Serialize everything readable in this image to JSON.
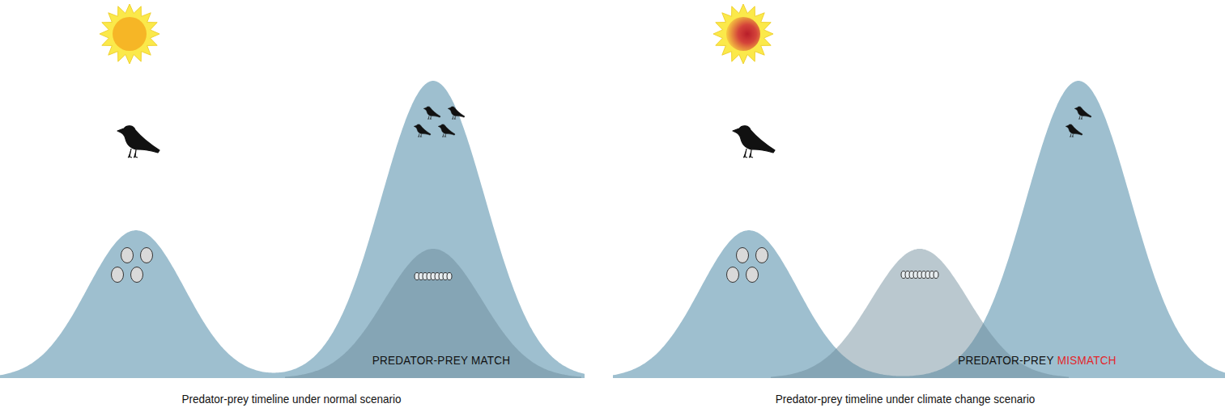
{
  "diagram": {
    "labels": [
      "PREDATOR-PREY MATCH",
      "Predator-prey timeline under normal scenario",
      "PREDATOR-PREY",
      "MISMATCH",
      "Predator-prey timeline under climate change scenario"
    ]
  }
}
